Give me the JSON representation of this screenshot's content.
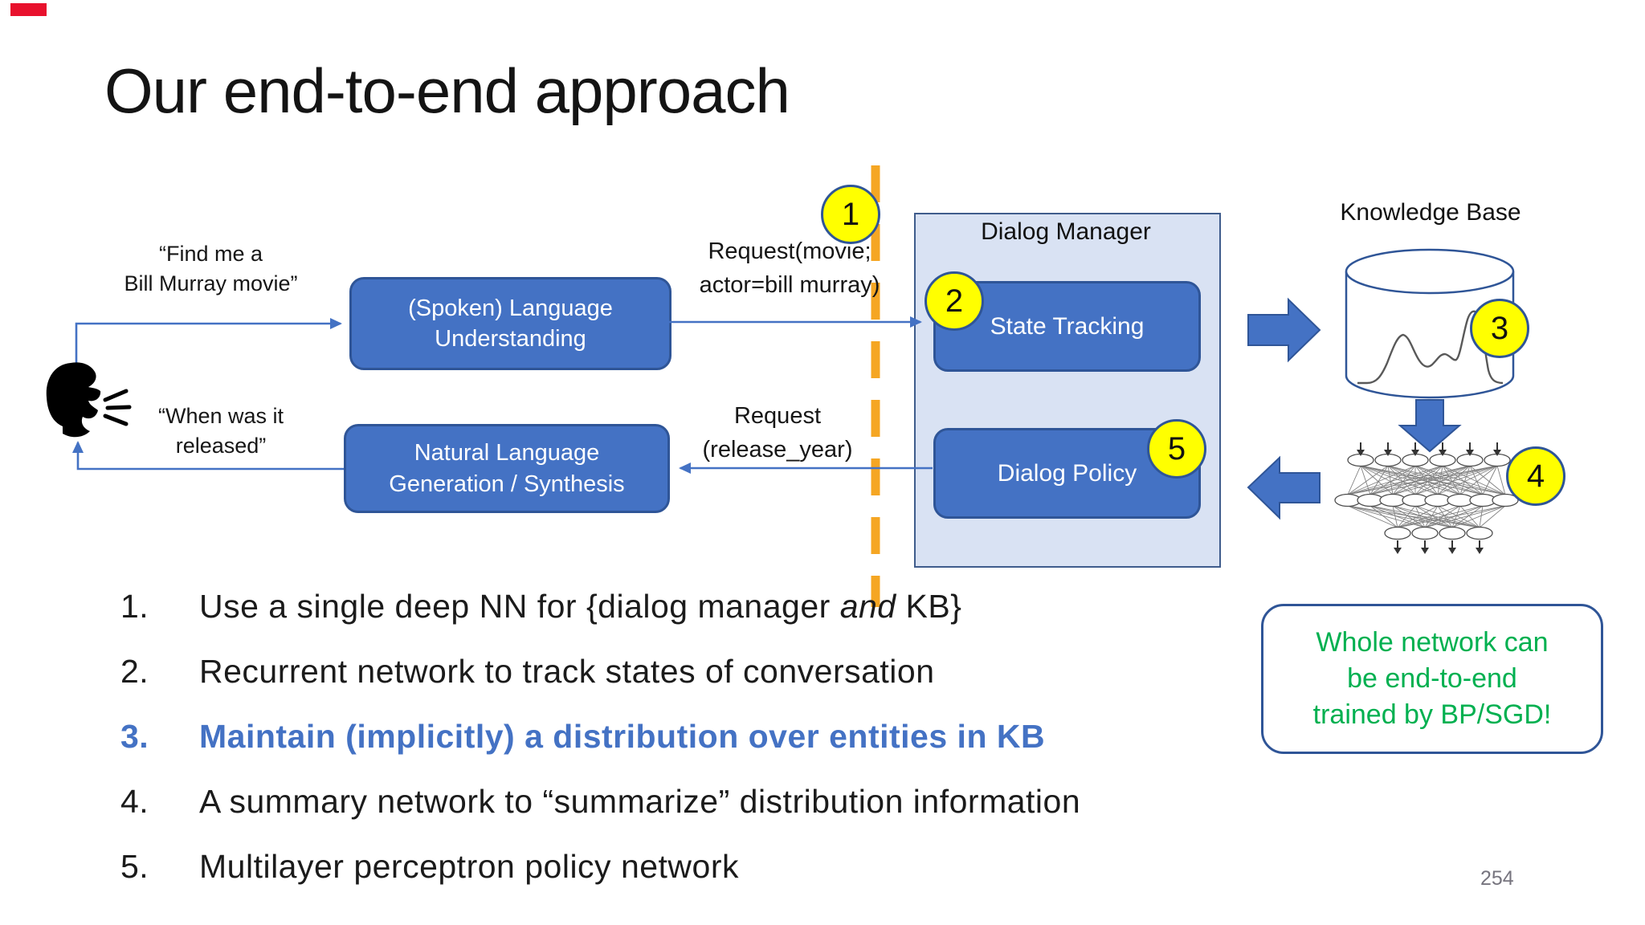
{
  "slide": {
    "title": "Our end-to-end approach",
    "page_number": "254"
  },
  "diagram": {
    "user_utterance_top": "“Find me a\nBill Murray movie”",
    "user_utterance_bottom": "“When was it\nreleased”",
    "slu_box_label": "(Spoken) Language\nUnderstanding",
    "nlg_box_label": "Natural Language\nGeneration / Synthesis",
    "request_top_label": "Request(movie;\nactor=bill murray)",
    "request_bottom_label": "Request\n(release_year)",
    "dialog_manager_label": "Dialog Manager",
    "state_tracking_label": "State Tracking",
    "dialog_policy_label": "Dialog Policy",
    "knowledge_base_label": "Knowledge Base",
    "callouts": [
      "1",
      "2",
      "3",
      "4",
      "5"
    ]
  },
  "list": {
    "items": [
      {
        "number": "1.",
        "pre": "Use a single deep NN for {dialog manager ",
        "italic": "and",
        "post": " KB}"
      },
      {
        "number": "2.",
        "text": "Recurrent network to track states of conversation"
      },
      {
        "number": "3.",
        "text": "Maintain (implicitly) a distribution over entities in KB"
      },
      {
        "number": "4.",
        "text": "A summary network to “summarize” distribution information"
      },
      {
        "number": "5.",
        "text": "Multilayer perceptron policy network"
      }
    ]
  },
  "note_box": {
    "text": "Whole network can\nbe end-to-end\ntrained by BP/SGD!"
  },
  "colors": {
    "box_blue": "#4472c4",
    "box_border_blue": "#2f5597",
    "panel_blue": "#d9e2f3",
    "callout_yellow": "#ffff00",
    "dashed_line_orange": "#f5a623",
    "note_green": "#00b050",
    "highlight_item_blue": "#4472c4",
    "red_bar": "#e8112d"
  }
}
